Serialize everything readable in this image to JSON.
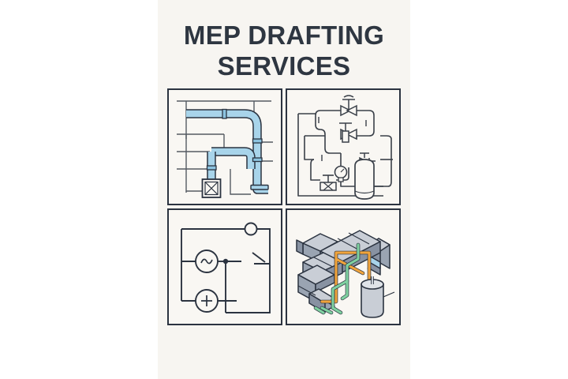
{
  "poster": {
    "background_color": "#f7f5f1",
    "page_background_color": "#ffffff",
    "title_line_1": "MEP DRAFTING",
    "title_line_2": "SERVICES",
    "title_color": "#2e3641"
  },
  "colors": {
    "stroke_dark": "#2b3340",
    "stroke_gray": "#555b63",
    "duct_blue_fill": "#a8d4ea",
    "duct_blue_shade": "#8cc3e0",
    "panel_fill": "#f9f7f3",
    "duct_gray_top": "#c9ced6",
    "duct_gray_side": "#9aa4b2",
    "duct_gray_dark": "#8892a2",
    "pipe_orange": "#f0a43c",
    "pipe_orange_shade": "#e08f28",
    "pipe_green": "#7fd1a0",
    "pipe_green_shade": "#64bd8a",
    "tank_gray": "#c9ced6",
    "accent_blue": "#a8d4ea"
  },
  "panels": [
    {
      "id": "panel-hvac-plan",
      "name": "hvac-duct-floor-plan",
      "title": "HVAC duct routing over floor plan",
      "elements": [
        "floor-plan-grid",
        "supply-duct",
        "duct-elbow",
        "duct-flange",
        "square-diffuser"
      ]
    },
    {
      "id": "panel-piping-diagram",
      "name": "plumbing-piping-diagram",
      "title": "Plumbing and piping P&ID",
      "elements": [
        "pipe-run",
        "gate-valve",
        "butterfly-valve",
        "pressure-gauge",
        "vertical-tank",
        "check-valve"
      ]
    },
    {
      "id": "panel-electrical-circuit",
      "name": "electrical-circuit-diagram",
      "title": "Electrical single line circuit",
      "elements": [
        "lamp-node",
        "ac-source",
        "dc-source",
        "junction-dot",
        "switch"
      ]
    },
    {
      "id": "panel-isometric-model",
      "name": "isometric-mep-model",
      "title": "3D isometric MEP coordination model",
      "elements": [
        "rect-duct-run",
        "orange-pipe",
        "green-pipe",
        "cylinder-tank",
        "duct-transition"
      ]
    }
  ]
}
